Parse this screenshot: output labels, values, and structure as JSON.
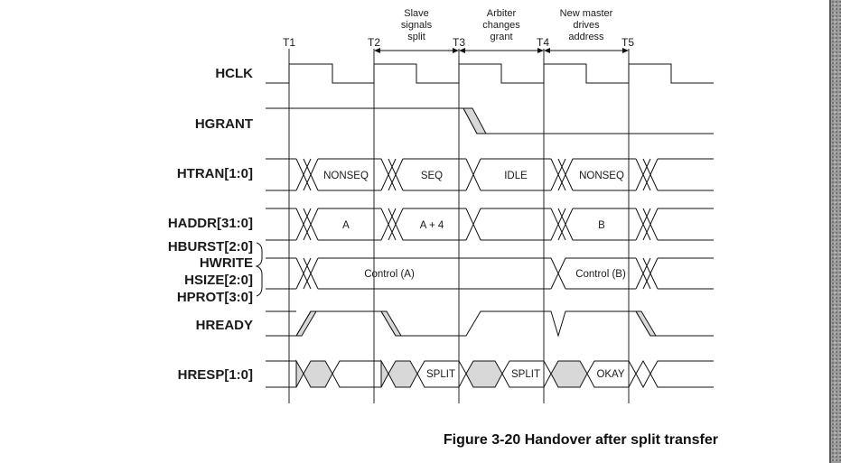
{
  "timing": {
    "labels": [
      "T1",
      "T2",
      "T3",
      "T4",
      "T5"
    ],
    "annotations": [
      {
        "name": "slave-signals-split",
        "lines": [
          "Slave",
          "signals",
          "split"
        ]
      },
      {
        "name": "arbiter-changes-grant",
        "lines": [
          "Arbiter",
          "changes",
          "grant"
        ]
      },
      {
        "name": "new-master-drives-address",
        "lines": [
          "New master",
          "drives",
          "address"
        ]
      }
    ]
  },
  "signals": {
    "hclk": "HCLK",
    "hgrant": "HGRANT",
    "htrans": "HTRAN[1:0]",
    "haddr": "HADDR[31:0]",
    "hburst": "HBURST[2:0]",
    "hwrite": "HWRITE",
    "hsize": "HSIZE[2:0]",
    "hprot": "HPROT[3:0]",
    "hready": "HREADY",
    "hresp": "HRESP[1:0]"
  },
  "values": {
    "htrans": [
      "NONSEQ",
      "SEQ",
      "IDLE",
      "NONSEQ"
    ],
    "haddr": [
      "A",
      "A + 4",
      "B"
    ],
    "control": [
      "Control (A)",
      "Control (B)"
    ],
    "hresp": [
      "SPLIT",
      "SPLIT",
      "OKAY"
    ]
  },
  "caption": "Figure 3-20 Handover after split transfer"
}
